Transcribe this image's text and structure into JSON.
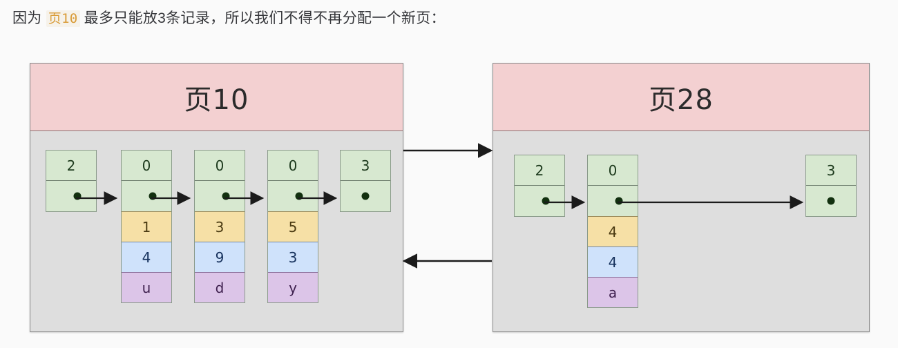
{
  "caption": {
    "before": "因为 ",
    "code": "页10",
    "after": " 最多只能放3条记录，所以我们不得不再分配一个新页："
  },
  "colors": {
    "page_header_bg": "#f3d0d1",
    "page_body_bg": "#dedede",
    "node_green": "#d7e8d0",
    "cell_orange": "#f6e0a6",
    "cell_blue": "#cfe2fb",
    "cell_purple": "#dcc5e8",
    "arrow": "#1b1b1b",
    "code_text": "#d99b37"
  },
  "pages": [
    {
      "id": "page-left",
      "title": "页10",
      "nodes": [
        {
          "id": "l-n0",
          "header": "2",
          "pointer": "dot",
          "fields": []
        },
        {
          "id": "l-n1",
          "header": "0",
          "pointer": "dot",
          "fields": [
            {
              "value": "1",
              "color": "orange"
            },
            {
              "value": "4",
              "color": "blue"
            },
            {
              "value": "u",
              "color": "purple"
            }
          ]
        },
        {
          "id": "l-n2",
          "header": "0",
          "pointer": "dot",
          "fields": [
            {
              "value": "3",
              "color": "orange"
            },
            {
              "value": "9",
              "color": "blue"
            },
            {
              "value": "d",
              "color": "purple"
            }
          ]
        },
        {
          "id": "l-n3",
          "header": "0",
          "pointer": "dot",
          "fields": [
            {
              "value": "5",
              "color": "orange"
            },
            {
              "value": "3",
              "color": "blue"
            },
            {
              "value": "y",
              "color": "purple"
            }
          ]
        },
        {
          "id": "l-n4",
          "header": "3",
          "pointer": "dot",
          "fields": []
        }
      ]
    },
    {
      "id": "page-right",
      "title": "页28",
      "nodes": [
        {
          "id": "r-n0",
          "header": "2",
          "pointer": "dot",
          "fields": []
        },
        {
          "id": "r-n1",
          "header": "0",
          "pointer": "dot",
          "fields": [
            {
              "value": "4",
              "color": "orange"
            },
            {
              "value": "4",
              "color": "blue"
            },
            {
              "value": "a",
              "color": "purple"
            }
          ]
        },
        {
          "id": "r-n2",
          "header": "3",
          "pointer": "dot",
          "fields": []
        }
      ]
    }
  ],
  "inter_page_arrows": [
    {
      "id": "arrow-next-page",
      "direction": "right"
    },
    {
      "id": "arrow-prev-page",
      "direction": "left"
    }
  ]
}
